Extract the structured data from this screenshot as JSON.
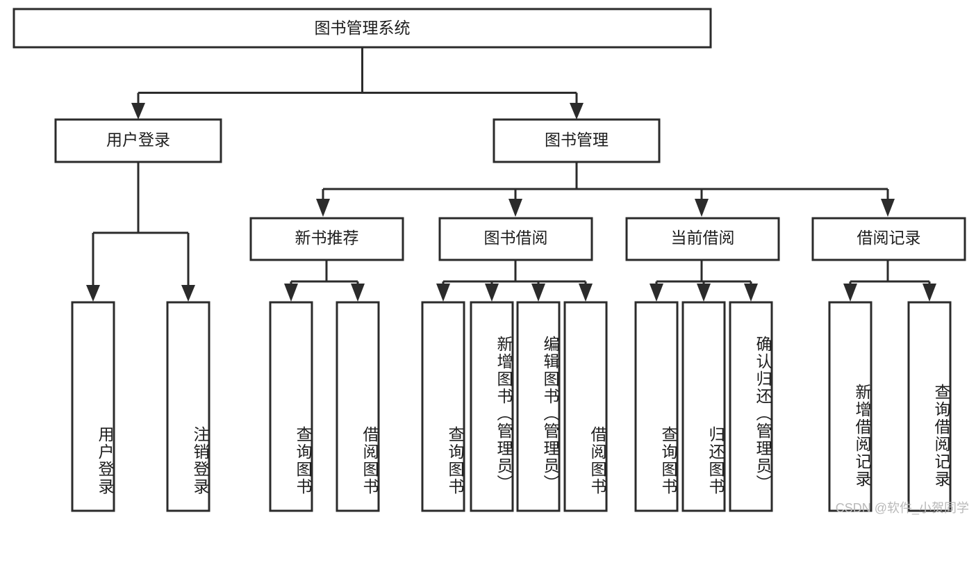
{
  "diagram": {
    "title": "图书管理系统",
    "type": "hierarchy-tree",
    "watermark": "CSDN @软件_小贺同学",
    "colors": {
      "stroke": "#2b2b2b",
      "fill": "#ffffff",
      "text": "#1d1d1d",
      "watermark": "#b9b9b9"
    },
    "nodes": {
      "root": {
        "label": "图书管理系统"
      },
      "level2": [
        {
          "label": "用户登录"
        },
        {
          "label": "图书管理"
        }
      ],
      "level3": [
        {
          "label": "新书推荐"
        },
        {
          "label": "图书借阅"
        },
        {
          "label": "当前借阅"
        },
        {
          "label": "借阅记录"
        }
      ],
      "leaves": {
        "user_login": [
          {
            "label": "用户登录"
          },
          {
            "label": "注销登录"
          }
        ],
        "new_book_recommend": [
          {
            "label": "查询图书"
          },
          {
            "label": "借阅图书"
          }
        ],
        "book_borrow": [
          {
            "label": "查询图书"
          },
          {
            "label": "新增图书（管理员）"
          },
          {
            "label": "编辑图书（管理员）"
          },
          {
            "label": "借阅图书"
          }
        ],
        "current_borrow": [
          {
            "label": "查询图书"
          },
          {
            "label": "归还图书"
          },
          {
            "label": "确认归还（管理员）"
          }
        ],
        "borrow_records": [
          {
            "label": "新增借阅记录"
          },
          {
            "label": "查询借阅记录"
          }
        ]
      }
    }
  }
}
